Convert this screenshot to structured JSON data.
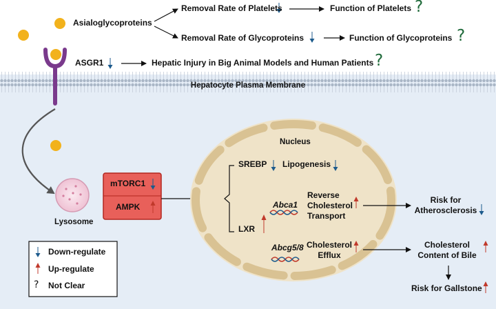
{
  "top": {
    "asialoglycoproteins": "Asialoglycoproteins",
    "removal_platelets": "Removal Rate of Platelets",
    "function_platelets": "Function of Platelets",
    "removal_glyco": "Removal Rate of Glycoproteins",
    "function_glyco": "Function of Glycoproteins",
    "asgr1": "ASGR1",
    "hepatic_injury": "Hepatic Injury in Big Animal Models and Human Patients"
  },
  "membrane": {
    "label": "Hepatocyte Plasma Membrane"
  },
  "cell": {
    "lysosome": "Lysosome",
    "mtorc1": "mTORC1",
    "ampk": "AMPK",
    "nucleus": "Nucleus",
    "srebp": "SREBP",
    "lipogenesis": "Lipogenesis",
    "lxr": "LXR",
    "abca1": "Abca1",
    "reverse_transport": [
      "Reverse",
      "Cholesterol",
      "Transport"
    ],
    "abcg58": "Abcg5/8",
    "efflux": [
      "Cholesterol",
      "Efflux"
    ]
  },
  "outcomes": {
    "atherosclerosis": [
      "Risk for",
      "Atherosclerosis"
    ],
    "bile": [
      "Cholesterol",
      "Content of Bile"
    ],
    "gallstone": "Risk for Gallstone"
  },
  "legend": {
    "down": "Down-regulate",
    "up": "Up-regulate",
    "unclear_symbol": "?",
    "unclear": "Not Clear"
  },
  "symbols": {
    "question": "?"
  },
  "colors": {
    "down_arrow": "#1c5a8c",
    "up_arrow": "#c0392b",
    "question": "#1f6a3a",
    "ligand": "#f2b21c",
    "receptor": "#7a3a8c",
    "cytoplasm": "#e5edf6",
    "nucleus": "#efe3c8",
    "nucleus_envelope": "#d9c293",
    "kinase_box": "#e8605a",
    "lysosome": "#f6d7e3"
  }
}
